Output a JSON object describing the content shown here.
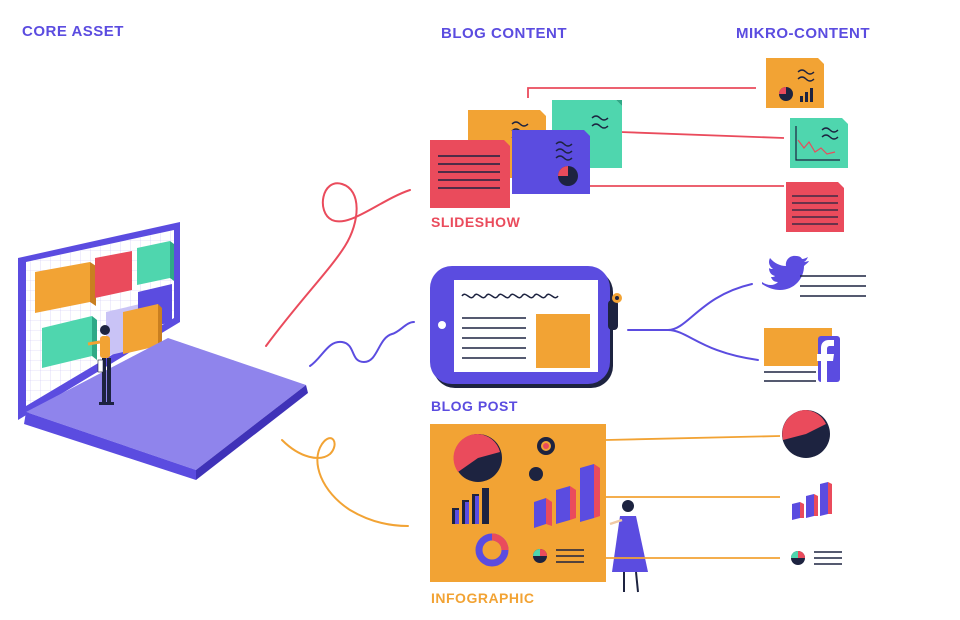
{
  "headers": {
    "core_asset": "CORE ASSET",
    "blog_content": "BLOG CONTENT",
    "mikro_content": "MIKRO-CONTENT"
  },
  "labels": {
    "slideshow": "SLIDESHOW",
    "blog_post": "BLOG POST",
    "infographic": "INFOGRAPHIC"
  },
  "icons": {
    "twitter": "twitter-bird-icon",
    "facebook": "facebook-f-icon"
  },
  "colors": {
    "purple": "#5b4ce0",
    "red": "#ea4b5c",
    "orange": "#f2a334",
    "teal": "#4fd6ae",
    "navy": "#1d2340",
    "lavender": "#a99ff0",
    "white": "#ffffff"
  }
}
